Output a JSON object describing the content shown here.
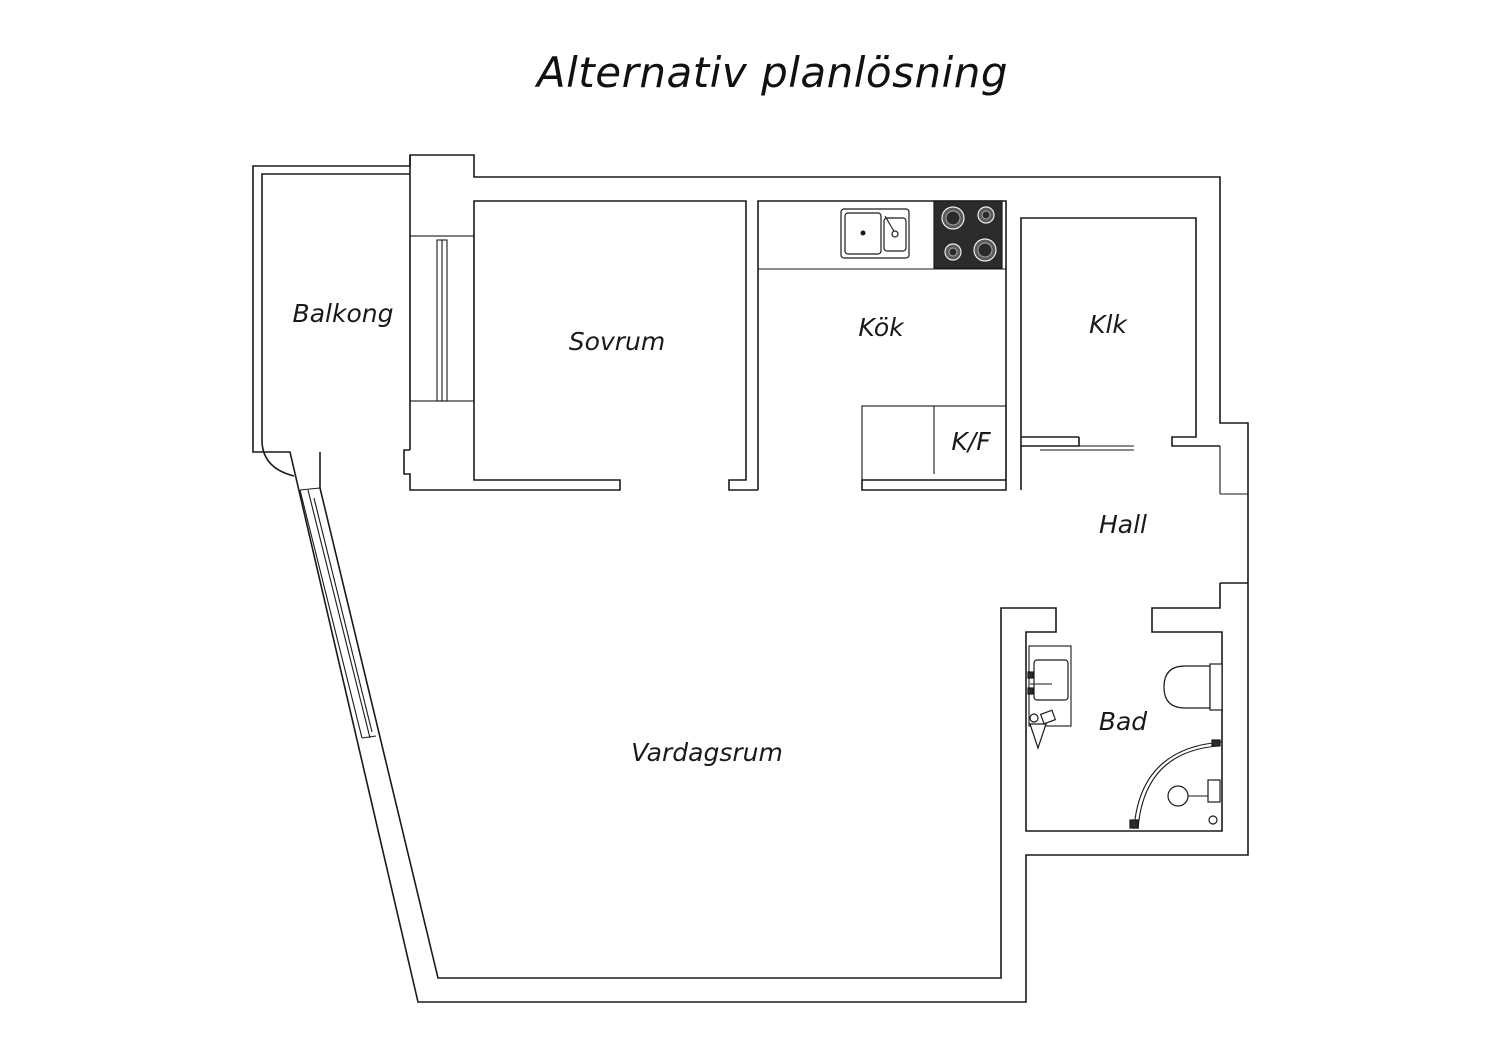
{
  "title": "Alternativ planlösning",
  "rooms": {
    "balkong": "Balkong",
    "sovrum": "Sovrum",
    "kok": "Kök",
    "klk": "Klk",
    "kf": "K/F",
    "hall": "Hall",
    "bad": "Bad",
    "vardagsrum": "Vardagsrum"
  },
  "colors": {
    "wall": "#1a1a1a",
    "stove": "#2b2b2b",
    "background": "#ffffff"
  }
}
